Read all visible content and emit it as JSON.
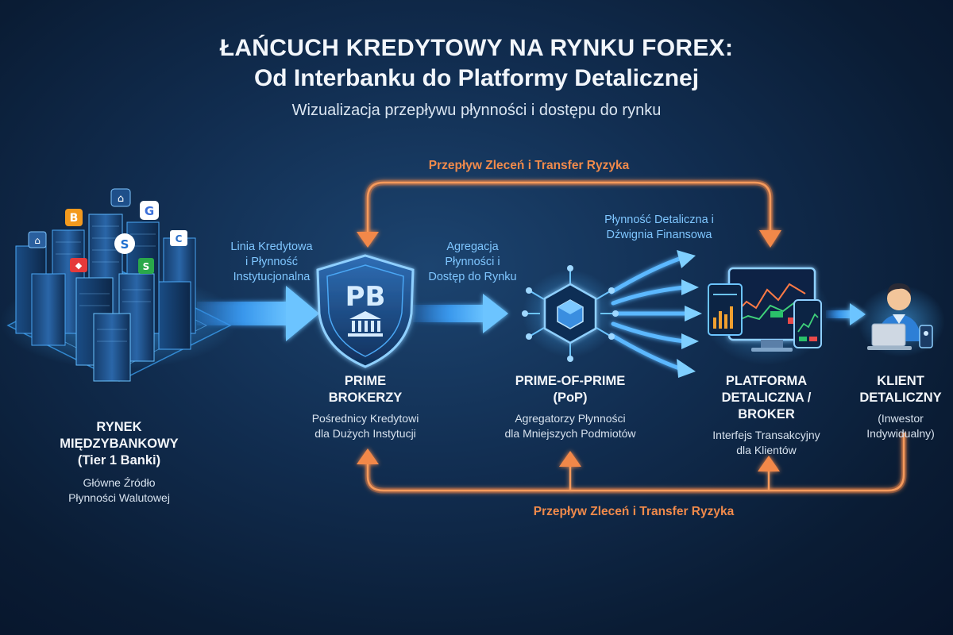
{
  "header": {
    "title_line1": "ŁAŃCUCH KREDYTOWY NA RYNKU FOREX:",
    "title_line2": "Od Interbanku do Platformy Detalicznej",
    "subtitle": "Wizualizacja przepływu płynności i dostępu do rynku"
  },
  "flows": {
    "top_label": "Przepływ Zleceń i Transfer Ryzyka",
    "bottom_label": "Przepływ Zleceń i Transfer Ryzyka"
  },
  "arrows": {
    "credit_line": [
      "Linia Kredytowa",
      "i Płynność",
      "Instytucjonalna"
    ],
    "aggregation": [
      "Agregacja",
      "Płynności i",
      "Dostęp do Rynku"
    ],
    "retail_liquidity": [
      "Płynność Detaliczna i",
      "Dźwignia Finansowa"
    ]
  },
  "nodes": {
    "interbank": {
      "name": [
        "RYNEK",
        "MIĘDZYBANKOWY",
        "(Tier 1 Banki)"
      ],
      "desc": [
        "Główne Źródło",
        "Płynności Walutowej"
      ]
    },
    "prime_brokers": {
      "badge": "PB",
      "name": [
        "PRIME",
        "BROKERZY"
      ],
      "desc": [
        "Pośrednicy Kredytowi",
        "dla Dużych Instytucji"
      ]
    },
    "prime_of_prime": {
      "name": [
        "PRIME-OF-PRIME",
        "(PoP)"
      ],
      "desc": [
        "Agregatorzy Płynności",
        "dla Mniejszych Podmiotów"
      ]
    },
    "retail_platform": {
      "name": [
        "PLATFORMA",
        "DETALICZNA /",
        "BROKER"
      ],
      "desc": [
        "Interfejs Transakcyjny",
        "dla Klientów"
      ]
    },
    "retail_client": {
      "name": [
        "KLIENT",
        "DETALICZNY"
      ],
      "desc": [
        "(Inwestor",
        "Indywidualny)"
      ]
    }
  },
  "colors": {
    "background": "#0f2a4a",
    "accent_blue": "#3fa9ff",
    "flow_orange": "#f08a4b",
    "title_white": "#f2f6fb"
  },
  "icons": {
    "interbank": "city-skyline-icon",
    "prime_brokers": "shield-bank-icon",
    "prime_of_prime": "hexagon-network-icon",
    "retail_platform": "trading-screens-icon",
    "retail_client": "investor-laptop-icon"
  }
}
